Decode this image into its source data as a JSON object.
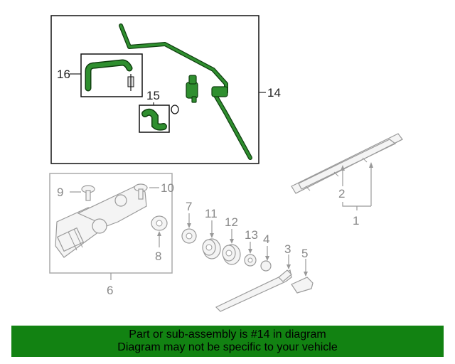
{
  "callouts": {
    "c1": "1",
    "c2": "2",
    "c3": "3",
    "c4": "4",
    "c5": "5",
    "c6": "6",
    "c7": "7",
    "c8": "8",
    "c9": "9",
    "c10": "10",
    "c11": "11",
    "c12": "12",
    "c13": "13",
    "c14": "14",
    "c15": "15",
    "c16": "16"
  },
  "banner": {
    "line1": "Part or sub-assembly is #14 in diagram",
    "line2": "Diagram may not be specific to your vehicle"
  },
  "colors": {
    "highlight_green": "#2f8f2f",
    "banner_green": "#128212"
  }
}
